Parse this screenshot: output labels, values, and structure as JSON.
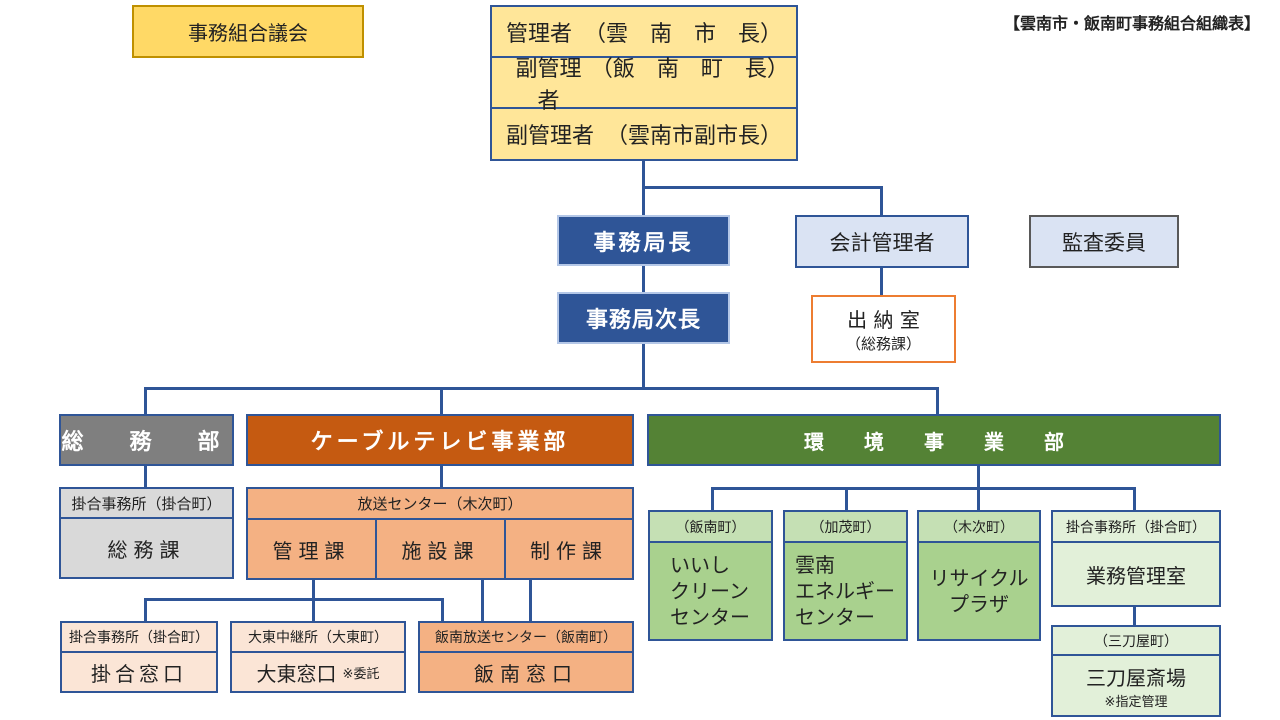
{
  "title": "【雲南市・飯南町事務組合組織表】",
  "council": "事務組合議会",
  "managers": [
    {
      "role": "管理者",
      "person": "（雲　南　市　長）"
    },
    {
      "role": "副管理者",
      "person": "（飯　南　町　長）"
    },
    {
      "role": "副管理者",
      "person": "（雲南市副市長）"
    }
  ],
  "director": "事務局長",
  "deputy_director": "事務局次長",
  "accounting_manager": "会計管理者",
  "auditor": "監査委員",
  "treasury": {
    "name": "出 納 室",
    "note": "（総務課）"
  },
  "departments": {
    "general": {
      "name": "総　務　部",
      "office": "掛合事務所（掛合町）",
      "section": "総務課"
    },
    "cable": {
      "name": "ケーブルテレビ事業部",
      "center": "放送センター（木次町）",
      "sections": [
        "管理課",
        "施設課",
        "制作課"
      ],
      "windows": [
        {
          "location": "掛合事務所（掛合町）",
          "name": "掛合窓口",
          "note": ""
        },
        {
          "location": "大東中継所（大東町）",
          "name": "大東窓口",
          "note": "※委託"
        },
        {
          "location": "飯南放送センター（飯南町）",
          "name": "飯南窓口",
          "note": ""
        }
      ]
    },
    "environment": {
      "name": "環　　境　　事　　業　　部",
      "facilities": [
        {
          "location": "（飯南町）",
          "lines": [
            "いいし",
            "クリーン",
            "センター"
          ]
        },
        {
          "location": "（加茂町）",
          "lines": [
            "雲南",
            "エネルギー",
            "センター"
          ]
        },
        {
          "location": "（木次町）",
          "lines": [
            "リサイクル",
            "プラザ"
          ]
        }
      ],
      "office": {
        "location": "掛合事務所（掛合町）",
        "name": "業務管理室"
      },
      "crematorium": {
        "location": "（三刀屋町）",
        "name": "三刀屋斎場",
        "note": "※指定管理"
      }
    }
  },
  "colors": {
    "navy": "#2f5597",
    "council_yellow": "#ffd966",
    "manager_yellow": "#ffe699",
    "general_gray": "#7f7f7f",
    "cable_orange": "#c55a11",
    "env_green": "#548235",
    "treasury_border": "#ed7d31"
  }
}
